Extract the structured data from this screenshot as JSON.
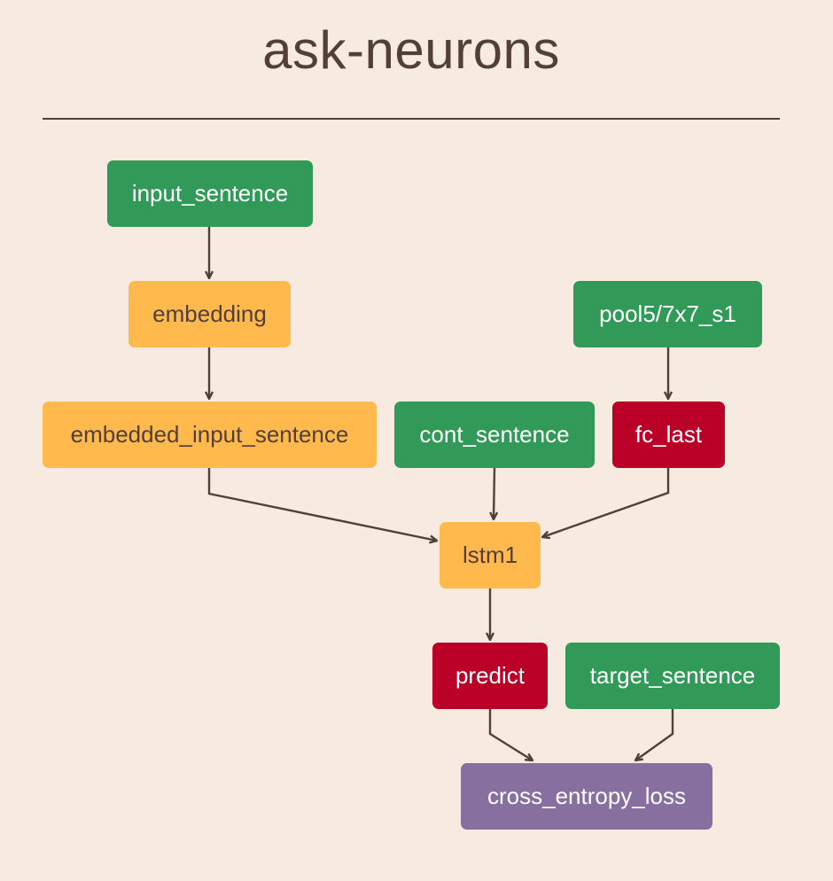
{
  "title": "ask-neurons",
  "colors": {
    "data": "#329a58",
    "layer": "#ffb94d",
    "param": "#bb0028",
    "loss": "#8770a0",
    "background": "#f7ebe1",
    "ink": "#523f37"
  },
  "nodes": {
    "input_sentence": {
      "label": "input_sentence",
      "kind": "data"
    },
    "embedding": {
      "label": "embedding",
      "kind": "layer"
    },
    "pool5": {
      "label": "pool5/7x7_s1",
      "kind": "data"
    },
    "embedded_input_sentence": {
      "label": "embedded_input_sentence",
      "kind": "layer"
    },
    "cont_sentence": {
      "label": "cont_sentence",
      "kind": "data"
    },
    "fc_last": {
      "label": "fc_last",
      "kind": "param"
    },
    "lstm1": {
      "label": "lstm1",
      "kind": "layer"
    },
    "predict": {
      "label": "predict",
      "kind": "param"
    },
    "target_sentence": {
      "label": "target_sentence",
      "kind": "data"
    },
    "cross_entropy_loss": {
      "label": "cross_entropy_loss",
      "kind": "loss"
    }
  },
  "edges": [
    {
      "from": "input_sentence",
      "to": "embedding"
    },
    {
      "from": "embedding",
      "to": "embedded_input_sentence"
    },
    {
      "from": "pool5",
      "to": "fc_last"
    },
    {
      "from": "embedded_input_sentence",
      "to": "lstm1"
    },
    {
      "from": "cont_sentence",
      "to": "lstm1"
    },
    {
      "from": "fc_last",
      "to": "lstm1"
    },
    {
      "from": "lstm1",
      "to": "predict"
    },
    {
      "from": "predict",
      "to": "cross_entropy_loss"
    },
    {
      "from": "target_sentence",
      "to": "cross_entropy_loss"
    }
  ]
}
